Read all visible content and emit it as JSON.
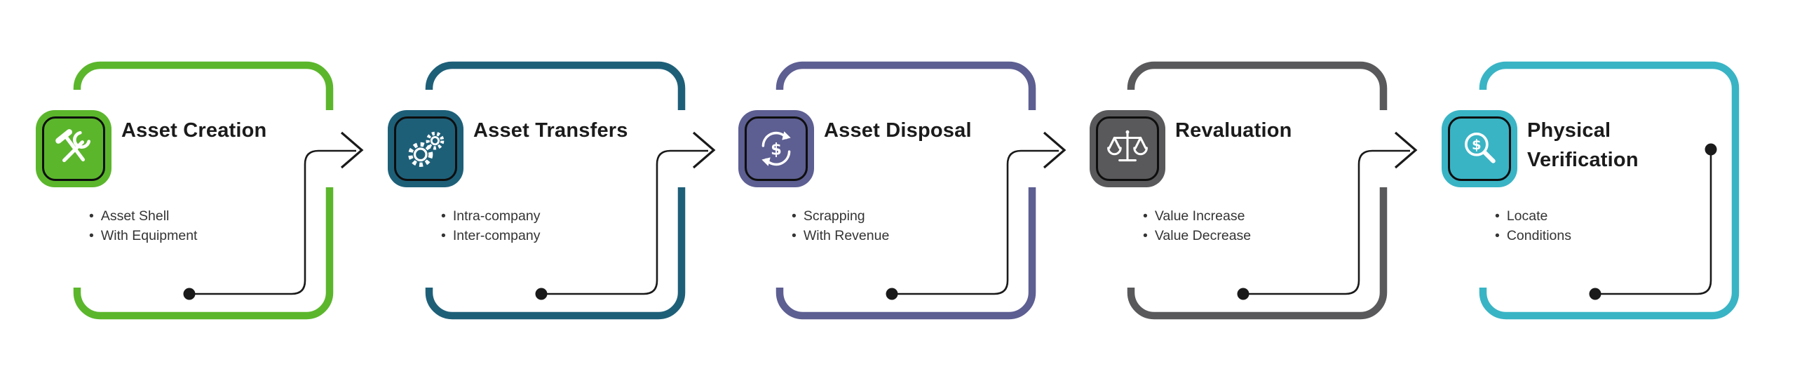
{
  "diagram": {
    "background": "#ffffff",
    "connector_color": "#1a1a1a"
  },
  "stages": [
    {
      "title": "Asset Creation",
      "bullets": [
        "Asset Shell",
        "With Equipment"
      ],
      "color": "#5BB62C",
      "icon": "hammer-wrench-icon"
    },
    {
      "title": "Asset Transfers",
      "bullets": [
        "Intra-company",
        "Inter-company"
      ],
      "color": "#1E5F78",
      "icon": "gears-icon"
    },
    {
      "title": "Asset Disposal",
      "bullets": [
        "Scrapping",
        "With Revenue"
      ],
      "color": "#5D5E91",
      "icon": "dollar-cycle-icon"
    },
    {
      "title": "Revaluation",
      "bullets": [
        "Value Increase",
        "Value Decrease"
      ],
      "color": "#59585A",
      "icon": "scales-icon"
    },
    {
      "title": "Physical Verification",
      "bullets": [
        "Locate",
        "Conditions"
      ],
      "color": "#39B4C5",
      "icon": "magnifier-dollar-icon"
    }
  ]
}
